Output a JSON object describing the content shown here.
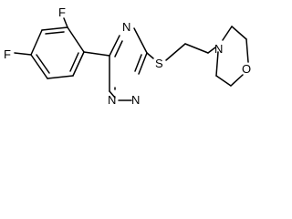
{
  "molecule": {
    "atoms": {
      "F_top": "F",
      "F_left": "F",
      "N4": "N",
      "N2": "N",
      "N1": "N",
      "S": "S",
      "N_morpholine": "N",
      "O_morpholine": "O"
    }
  }
}
